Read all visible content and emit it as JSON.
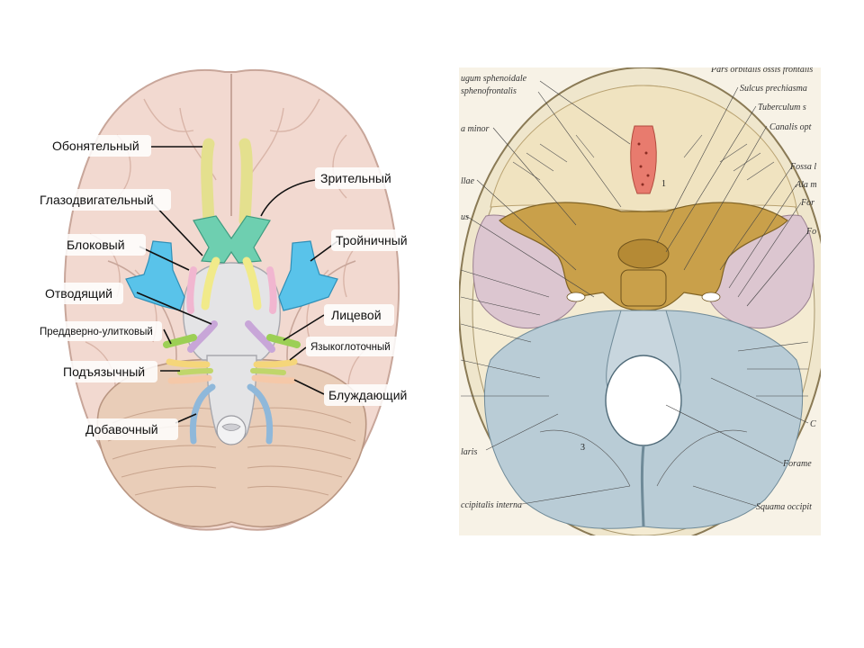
{
  "left_diagram": {
    "labels": {
      "olfactory": "Обонятельный",
      "optic": "Зрительный",
      "oculomotor": "Глазодвигательный",
      "trochlear": "Блоковый",
      "trigeminal": "Тройничный",
      "abducens": "Отводящий",
      "facial": "Лицевой",
      "vestibulocochlear": "Преддверно-улитковый",
      "glossopharyngeal": "Языкоглоточный",
      "hypoglossal": "Подъязычный",
      "vagus": "Блуждающий",
      "accessory": "Добавочный"
    },
    "colors": {
      "brain": "#f2d9d0",
      "brain_outline": "#c8a69a",
      "cerebellum": "#e9cdb8",
      "brainstem": "#e4e4e6",
      "olfactory": "#e4e08e",
      "optic": "#6ecfb0",
      "oculomotor": "#f1ea8a",
      "trochlear": "#f1b6d0",
      "trigeminal": "#59c3ea",
      "abducens": "#c8a6d8",
      "facial": "#9ccf55",
      "glossopharyngeal": "#f5d67a",
      "vagus": "#f5c8a8",
      "hypoglossal": "#c0d66a",
      "accessory": "#8fb8da"
    }
  },
  "right_image": {
    "labels": {
      "top_a": "Pars orbitalis ossis frontalis",
      "jugum": "ugum sphenoidale",
      "sphenofrontalis": "sphenofrontalis",
      "a_minor": "a minor",
      "llae": "llae",
      "us": "us",
      "sulcus": "Sulcus prechiasma",
      "tuberculum": "Tuberculum s",
      "canalis": "Canalis opt",
      "fossa": "Fossa l",
      "ala": "Ala m",
      "for1": "For",
      "for2": "Fo",
      "c_lbl": "C",
      "foramen": "Forame",
      "squama": "Squama occipit",
      "laris": "laris",
      "occipitalis": "ccipitalis interna",
      "num1": "1",
      "num3": "3"
    },
    "colors": {
      "bone": "#efe6cc",
      "sphenoid": "#c9a04a",
      "crista": "#e87b6e",
      "middle_fossa": "#dcc6d0",
      "posterior_fossa": "#b9ccd6"
    }
  }
}
